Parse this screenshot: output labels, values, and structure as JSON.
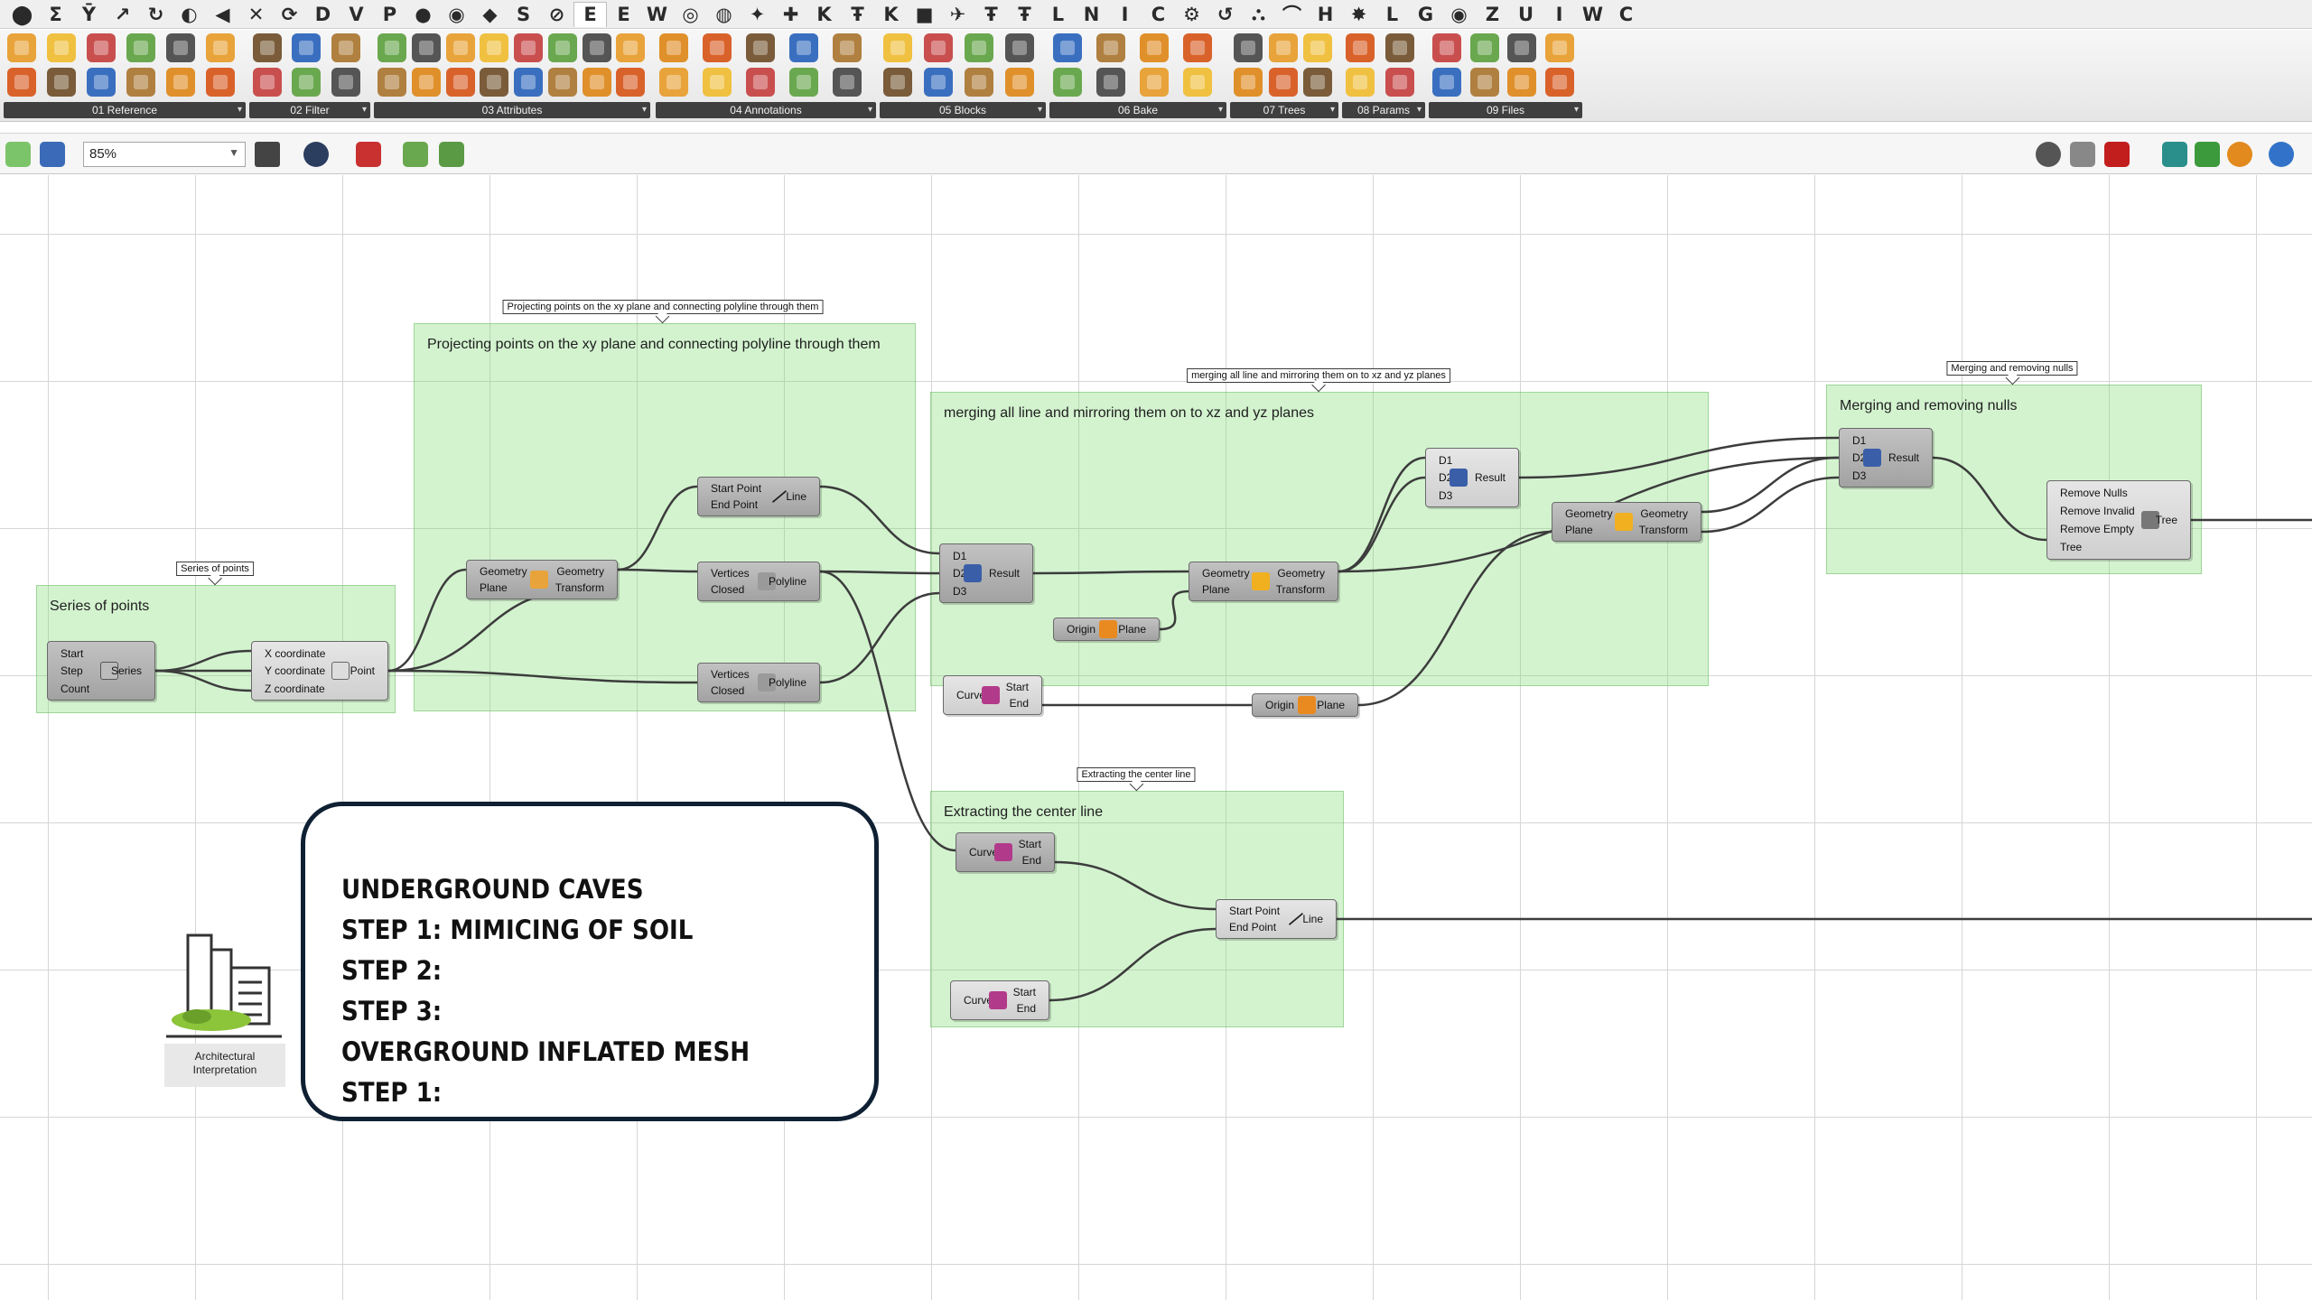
{
  "tabs": [
    "⬤",
    "Σ",
    "Ȳ",
    "↗",
    "↻",
    "◐",
    "◀",
    "✕",
    "⟳",
    "D",
    "V",
    "P",
    "●",
    "◉",
    "◆",
    "S",
    "⊘",
    "E",
    "E",
    "W",
    "◎",
    "◍",
    "✦",
    "✚",
    "K",
    "Ŧ",
    "K",
    "■",
    "✈",
    "Ŧ",
    "Ŧ",
    "L",
    "N",
    "I",
    "C",
    "⚙",
    "↺",
    "⛬",
    "⌒",
    "H",
    "✸",
    "L",
    "G",
    "◉",
    "Z",
    "U",
    "I",
    "W",
    "C"
  ],
  "active_tab_index": 17,
  "ribbon": {
    "groups": [
      {
        "label": "01 Reference"
      },
      {
        "label": "02 Filter"
      },
      {
        "label": "03 Attributes"
      },
      {
        "label": "04 Annotations"
      },
      {
        "label": "05 Blocks"
      },
      {
        "label": "06 Bake"
      },
      {
        "label": "07 Trees"
      },
      {
        "label": "08 Params"
      },
      {
        "label": "09 Files"
      }
    ]
  },
  "canvas_toolbar": {
    "zoom": "85%"
  },
  "groups": {
    "series": {
      "title": "Series of points",
      "tag": "Series of points"
    },
    "project": {
      "title": "Projecting points on the xy plane and connecting polyline through them",
      "tag": "Projecting points on the xy plane and connecting polyline through them"
    },
    "merge": {
      "title": "merging all line and mirroring them on to xz and yz planes",
      "tag": "merging all line and mirroring them on to xz and yz planes"
    },
    "nulls": {
      "title": "Merging and removing nulls",
      "tag": "Merging and removing nulls"
    },
    "center": {
      "title": "Extracting the center line",
      "tag": "Extracting the center line"
    }
  },
  "components": {
    "series": {
      "inputs": [
        "Start",
        "Step",
        "Count"
      ],
      "outputs": [
        "Series"
      ]
    },
    "point": {
      "inputs": [
        "X coordinate",
        "Y coordinate",
        "Z coordinate"
      ],
      "outputs": [
        "Point"
      ]
    },
    "transform1": {
      "inputs": [
        "Geometry",
        "Plane"
      ],
      "outputs": [
        "Geometry",
        "Transform"
      ]
    },
    "line1": {
      "inputs": [
        "Start Point",
        "End Point"
      ],
      "outputs": [
        "Line"
      ]
    },
    "polyline1": {
      "inputs": [
        "Vertices",
        "Closed"
      ],
      "outputs": [
        "Polyline"
      ]
    },
    "polyline2": {
      "inputs": [
        "Vertices",
        "Closed"
      ],
      "outputs": [
        "Polyline"
      ]
    },
    "merge1": {
      "inputs": [
        "D1",
        "D2",
        "D3"
      ],
      "outputs": [
        "Result"
      ]
    },
    "transform2": {
      "inputs": [
        "Geometry",
        "Plane"
      ],
      "outputs": [
        "Geometry",
        "Transform"
      ]
    },
    "merge2": {
      "inputs": [
        "D1",
        "D2",
        "D3"
      ],
      "outputs": [
        "Result"
      ]
    },
    "transform3": {
      "inputs": [
        "Geometry",
        "Plane"
      ],
      "outputs": [
        "Geometry",
        "Transform"
      ]
    },
    "xzplane": {
      "inputs": [
        "Origin"
      ],
      "outputs": [
        "Plane"
      ]
    },
    "yzplane": {
      "inputs": [
        "Origin"
      ],
      "outputs": [
        "Plane"
      ]
    },
    "endpts1": {
      "inputs": [
        "Curve"
      ],
      "outputs": [
        "Start",
        "End"
      ]
    },
    "merge3": {
      "inputs": [
        "D1",
        "D2",
        "D3"
      ],
      "outputs": [
        "Result"
      ]
    },
    "clean": {
      "inputs": [
        "Remove Nulls",
        "Remove Invalid",
        "Remove Empty",
        "Tree"
      ],
      "outputs": [
        "Tree"
      ]
    },
    "endpts2": {
      "inputs": [
        "Curve"
      ],
      "outputs": [
        "Start",
        "End"
      ]
    },
    "endpts3": {
      "inputs": [
        "Curve"
      ],
      "outputs": [
        "Start",
        "End"
      ]
    },
    "line2": {
      "inputs": [
        "Start Point",
        "End Point"
      ],
      "outputs": [
        "Line"
      ]
    }
  },
  "note": {
    "lines": [
      "UNDERGROUND CAVES",
      "STEP 1: MIMICING OF SOIL",
      "STEP 2:",
      "STEP 3:",
      "OVERGROUND INFLATED MESH",
      "STEP 1:"
    ]
  },
  "logo": {
    "caption_line1": "Architectural",
    "caption_line2": "Interpretation"
  }
}
